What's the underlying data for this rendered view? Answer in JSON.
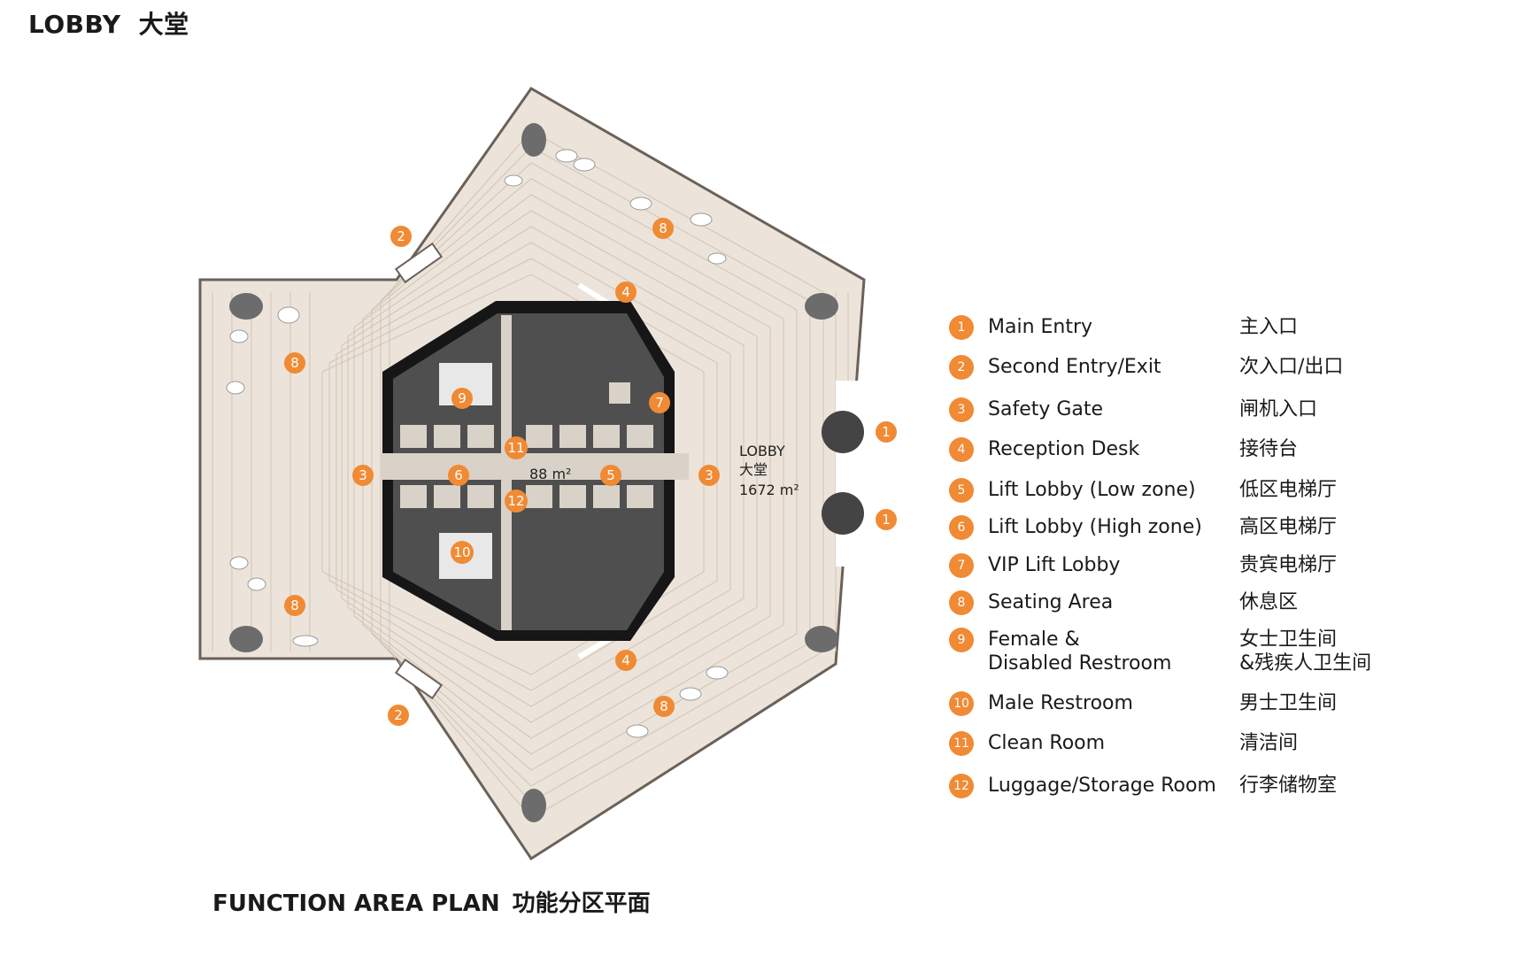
{
  "header": {
    "title_en": "LOBBY",
    "title_zh": "大堂"
  },
  "caption": {
    "en": "FUNCTION AREA PLAN",
    "zh": "功能分区平面"
  },
  "plan": {
    "lobby_label_en": "LOBBY",
    "lobby_label_zh": "大堂",
    "lobby_area": "1672 m²",
    "core_area": "88 m²",
    "markers": [
      "1",
      "1",
      "2",
      "2",
      "3",
      "3",
      "4",
      "4",
      "5",
      "6",
      "7",
      "8",
      "8",
      "8",
      "8",
      "9",
      "10",
      "11",
      "12"
    ]
  },
  "legend": [
    {
      "num": "1",
      "en": "Main Entry",
      "zh": "主入口"
    },
    {
      "num": "2",
      "en": "Second Entry/Exit",
      "zh": "次入口/出口"
    },
    {
      "num": "3",
      "en": "Safety Gate",
      "zh": "闸机入口"
    },
    {
      "num": "4",
      "en": "Reception Desk",
      "zh": "接待台"
    },
    {
      "num": "5",
      "en": "Lift Lobby (Low zone)",
      "zh": "低区电梯厅"
    },
    {
      "num": "6",
      "en": "Lift Lobby (High zone)",
      "zh": "高区电梯厅"
    },
    {
      "num": "7",
      "en": "VIP Lift Lobby",
      "zh": "贵宾电梯厅"
    },
    {
      "num": "8",
      "en": "Seating Area",
      "zh": "休息区"
    },
    {
      "num": "9",
      "en": "Female &\nDisabled Restroom",
      "zh": "女士卫生间\n&残疾人卫生间"
    },
    {
      "num": "10",
      "en": "Male Restroom",
      "zh": "男士卫生间"
    },
    {
      "num": "11",
      "en": "Clean Room",
      "zh": "清洁间"
    },
    {
      "num": "12",
      "en": "Luggage/Storage Room",
      "zh": "行李储物室"
    }
  ],
  "colors": {
    "marker": "#f08a34",
    "floor": "#ece4da",
    "floor_line": "#c9bdaf",
    "core_wall": "#161616",
    "core_room": "#4f4f4f",
    "core_corridor": "#d9d2c8"
  }
}
